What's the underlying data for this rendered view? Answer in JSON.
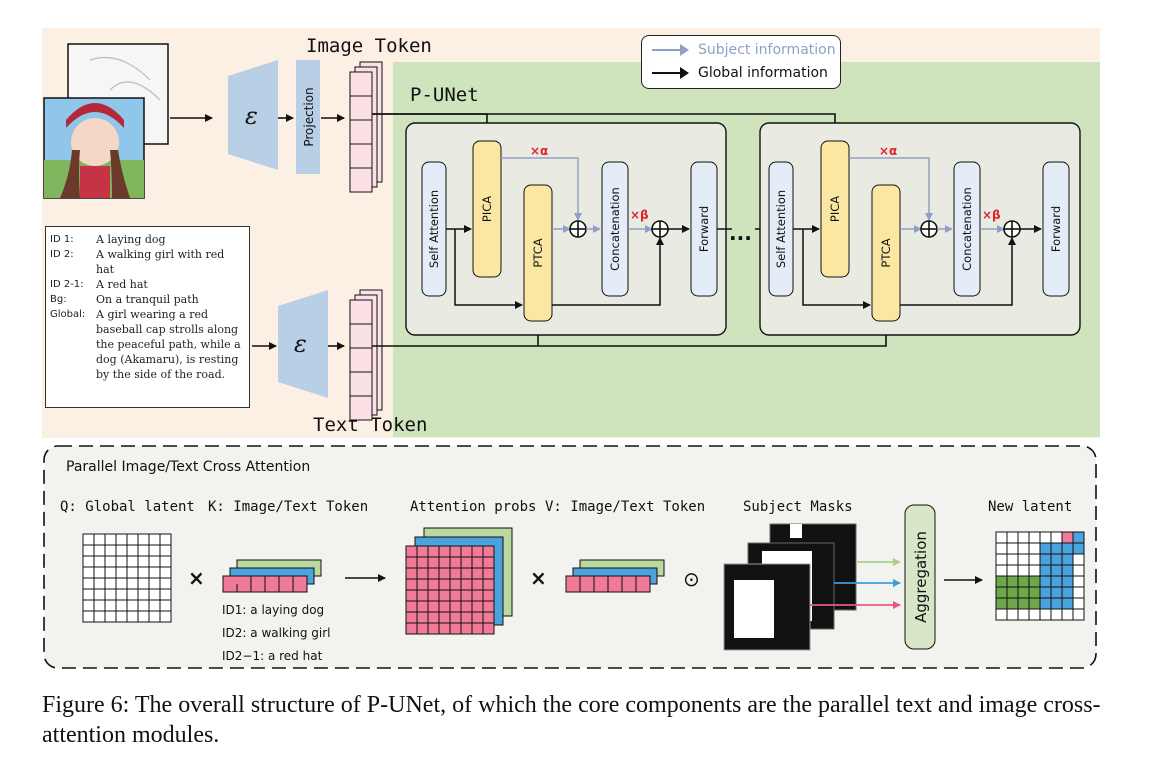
{
  "labels": {
    "image_token": "Image Token",
    "text_token": "Text Token",
    "p_unet": "P-UNet",
    "projection": "Projection",
    "encoder_symbol": "ε",
    "ellipsis": "...",
    "alpha_mult": "×α",
    "beta_mult": "×β",
    "oplus": "⊕"
  },
  "legend": {
    "subject": "Subject information",
    "global": "Global information"
  },
  "colors": {
    "subject_arrow": "#8fa0c8",
    "global_arrow": "#111111",
    "peach_bg": "#fcefe3",
    "green_bg": "#cfe3bd",
    "block_bg": "#e9eae2",
    "yellow_module": "#fbe6a2",
    "blue_module": "#e3ecf7",
    "encoder_blue": "#b8cfe6",
    "pink": "#f07a98",
    "blue_cell": "#4ba3dd",
    "green_cell": "#b9d99e",
    "red_mult": "#e0232d"
  },
  "block": {
    "modules": [
      "Self Attention",
      "PICA",
      "PTCA",
      "Concatenation",
      "Forward"
    ]
  },
  "prompt": [
    {
      "key": "ID 1:",
      "value": "A laying dog"
    },
    {
      "key": "ID 2:",
      "value": "A walking girl with red hat"
    },
    {
      "key": "ID 2-1:",
      "value": "A red hat"
    },
    {
      "key": "Bg:",
      "value": "On a tranquil path"
    },
    {
      "key": "Global:",
      "value": "A girl wearing a red baseball cap strolls along the peaceful path, while a dog (Akamaru), is resting by the side of the road."
    }
  ],
  "attention": {
    "title": "Parallel Image/Text Cross Attention",
    "q_label": "Q: Global latent",
    "k_label": "K: Image/Text Token",
    "probs_label": "Attention probs",
    "v_label": "V: Image/Text Token",
    "masks_label": "Subject Masks",
    "new_latent_label": "New latent",
    "aggregation": "Aggregation",
    "times": "×",
    "odot": "⊙",
    "ids": [
      "ID1: a laying dog",
      "ID2: a walking girl",
      "ID2−1: a red hat"
    ]
  },
  "caption": "Figure 6: The overall structure of P-UNet, of which the core components are the parallel text and image cross-attention modules."
}
